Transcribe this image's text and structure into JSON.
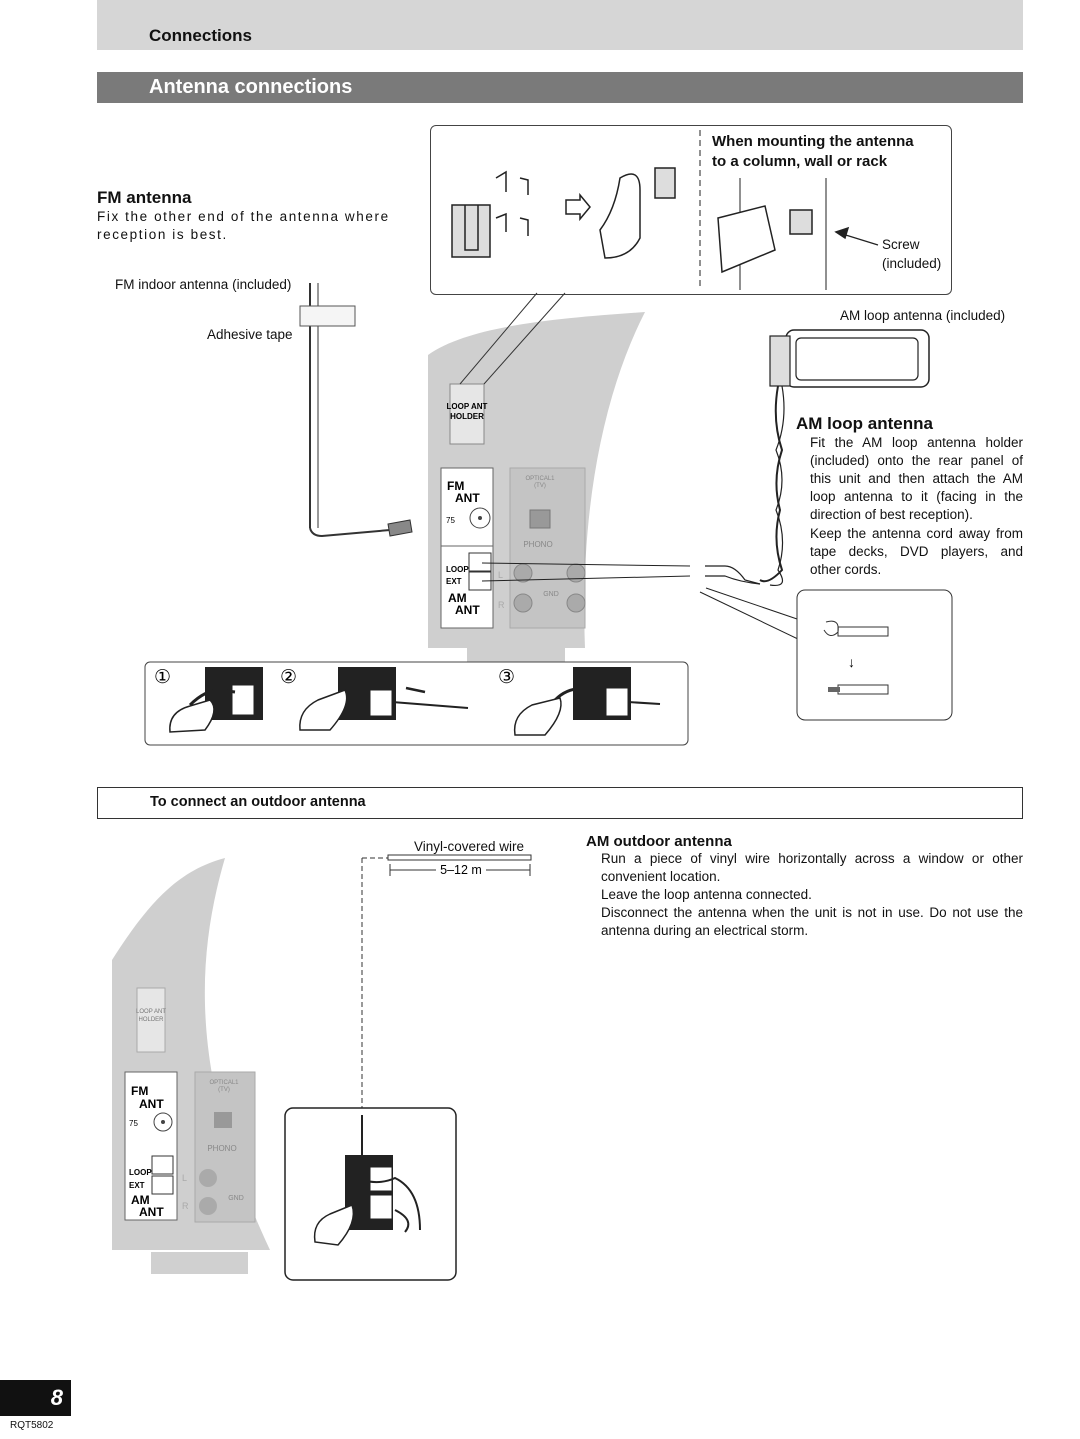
{
  "header": {
    "section": "Connections",
    "title": "Antenna connections"
  },
  "fm": {
    "heading": "FM antenna",
    "text": "Fix the other end of the antenna where reception is best.",
    "indoor_label": "FM indoor antenna (included)",
    "tape_label": "Adhesive tape"
  },
  "mount": {
    "heading_line1": "When mounting the antenna",
    "heading_line2": "to a column, wall or rack",
    "screw_line1": "Screw",
    "screw_line2": "(included)"
  },
  "am": {
    "loop_label": "AM loop antenna (included)",
    "heading": "AM loop antenna",
    "text1": "Fit the AM loop antenna holder (included) onto the rear panel of this unit and then attach the AM loop antenna to it (facing in the direction of best reception).",
    "text2": "Keep the antenna cord away from tape decks, DVD players, and other cords."
  },
  "panel": {
    "loop_holder_1": "LOOP ANT",
    "loop_holder_2": "HOLDER",
    "fm": "FM",
    "ant": "ANT",
    "ohm": "75",
    "optical": "OPTICAL1",
    "tv": "(TV)",
    "phono": "PHONO",
    "loop": "LOOP",
    "ext": "EXT",
    "am": "AM",
    "gnd": "GND",
    "l": "L",
    "r": "R"
  },
  "steps": [
    "①",
    "②",
    "③"
  ],
  "outdoor": {
    "bar_title": "To connect an outdoor antenna",
    "wire_label": "Vinyl-covered wire",
    "length": "5–12 m",
    "heading": "AM outdoor antenna",
    "text1": "Run a piece of vinyl wire horizontally across a window or other convenient location.",
    "text2": "Leave the loop antenna connected.",
    "text3": "Disconnect the antenna when the unit is not in use. Do not use the antenna during an electrical storm."
  },
  "footer": {
    "page": "8",
    "code": "RQT5802"
  }
}
